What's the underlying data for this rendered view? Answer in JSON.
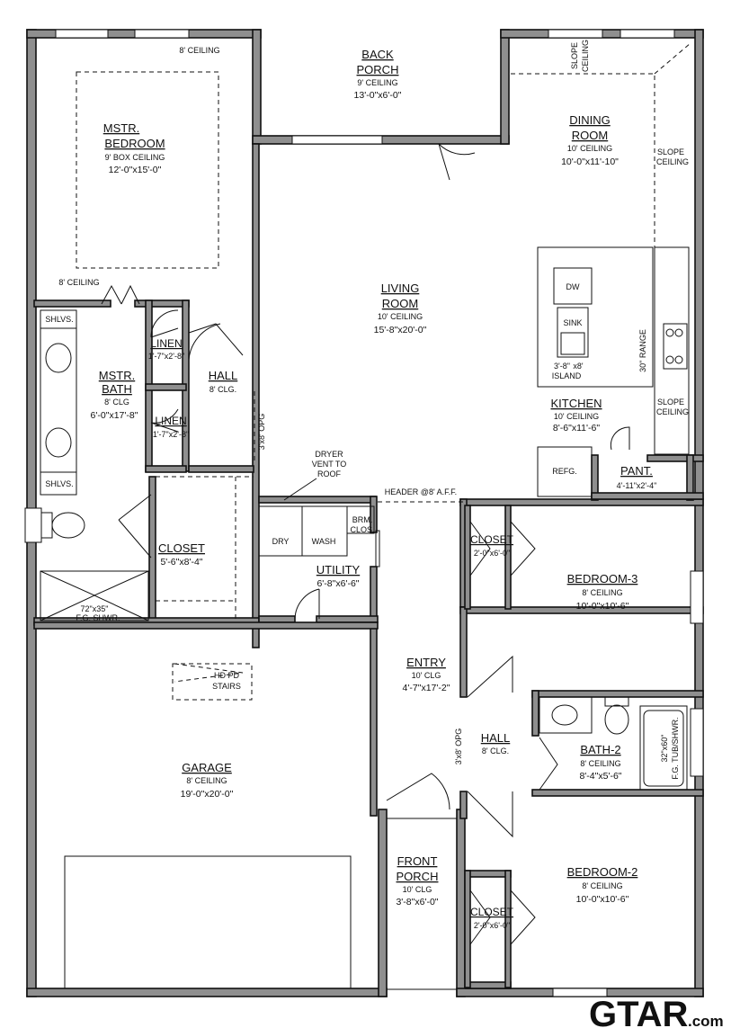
{
  "rooms": {
    "master_bedroom": {
      "name_line1": "MSTR.",
      "name_line2": "BEDROOM",
      "ceiling": "9' BOX CEILING",
      "size": "12'-0\"x15'-0\""
    },
    "back_porch": {
      "name_line1": "BACK",
      "name_line2": "PORCH",
      "ceiling": "9' CEILING",
      "size": "13'-0\"x6'-0\""
    },
    "dining_room": {
      "name_line1": "DINING",
      "name_line2": "ROOM",
      "ceiling": "10' CEILING",
      "size": "10'-0\"x11'-10\""
    },
    "living_room": {
      "name_line1": "LIVING",
      "name_line2": "ROOM",
      "ceiling": "10' CEILING",
      "size": "15'-8\"x20'-0\""
    },
    "master_bath": {
      "name_line1": "MSTR.",
      "name_line2": "BATH",
      "ceiling": "8' CLG",
      "size": "6'-0\"x17'-8\""
    },
    "linen_1": {
      "name": "LINEN",
      "size": "1'-7\"x2'-8\""
    },
    "linen_2": {
      "name": "LINEN",
      "size": "1'-7\"x2'-8\""
    },
    "hall_1": {
      "name": "HALL",
      "ceiling": "8' CLG."
    },
    "kitchen": {
      "name": "KITCHEN",
      "ceiling": "10' CEILING",
      "size": "8'-6\"x11'-6\""
    },
    "pantry": {
      "name": "PANT.",
      "size": "4'-11\"x2'-4\""
    },
    "closet_master": {
      "name": "CLOSET",
      "size": "5'-6\"x8'-4\""
    },
    "utility": {
      "name": "UTILITY",
      "size": "6'-8\"x6'-6\""
    },
    "closet_bed3": {
      "name": "CLOSET",
      "size": "2'-0\"x6'-0\""
    },
    "bedroom_3": {
      "name": "BEDROOM-3",
      "ceiling": "8' CEILING",
      "size": "10'-0\"x10'-6\""
    },
    "entry": {
      "name": "ENTRY",
      "ceiling": "10' CLG",
      "size": "4'-7\"x17'-2\""
    },
    "hall_2": {
      "name": "HALL",
      "ceiling": "8' CLG."
    },
    "bath_2": {
      "name": "BATH-2",
      "ceiling": "8' CEILING",
      "size": "8'-4\"x5'-6\""
    },
    "garage": {
      "name": "GARAGE",
      "ceiling": "8' CEILING",
      "size": "19'-0\"x20'-0\""
    },
    "front_porch": {
      "name_line1": "FRONT",
      "name_line2": "PORCH",
      "ceiling": "10' CLG",
      "size": "3'-8\"x6'-0\""
    },
    "bedroom_2": {
      "name": "BEDROOM-2",
      "ceiling": "8' CEILING",
      "size": "10'-0\"x10'-6\""
    },
    "closet_bed2": {
      "name": "CLOSET",
      "size": "2'-0\"x6'-0\""
    }
  },
  "notes": {
    "ceiling_8_top": "8' CEILING",
    "ceiling_8_left": "8' CEILING",
    "slope_ceiling_top_1": "SLOPE",
    "slope_ceiling_top_2": "CEILING",
    "slope_ceiling_dining_1": "SLOPE",
    "slope_ceiling_dining_2": "CEILING",
    "slope_ceiling_kitchen_1": "SLOPE",
    "slope_ceiling_kitchen_2": "CEILING",
    "dw": "DW",
    "sink": "SINK",
    "island_size": "3'-8\"",
    "island_x": "x8'",
    "island": "ISLAND",
    "range": "30\" RANGE",
    "refg": "REFG.",
    "shlvs_top": "SHLVS.",
    "shlvs_bottom": "SHLVS.",
    "opening_upper": "3'x8' OPG",
    "opening_lower": "3'x8' OPG",
    "dryer_vent_1": "DRYER",
    "dryer_vent_2": "VENT TO",
    "dryer_vent_3": "ROOF",
    "header": "HEADER @8' A.F.F.",
    "dry": "DRY",
    "wash": "WASH",
    "brm_clos_1": "BRM.",
    "brm_clos_2": "CLOS.",
    "shower_1": "72\"x35\"",
    "shower_2": "F.G. SHWR.",
    "stairs_1": "HD PD",
    "stairs_2": "STAIRS",
    "tub_1": "32\"x60\"",
    "tub_2": "F.G. TUB/SHWR."
  },
  "logo": {
    "main": "GTAR",
    "suffix": ".com"
  }
}
